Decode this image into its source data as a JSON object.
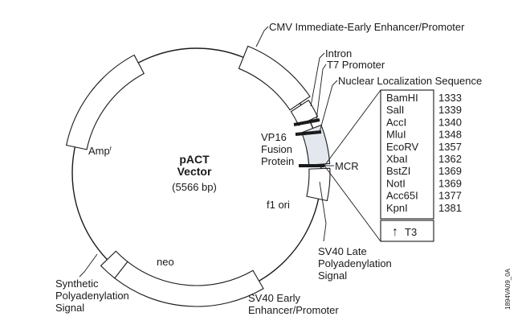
{
  "plasmid": {
    "name": "pACT",
    "name_line2": "Vector",
    "size": "(5566 bp)"
  },
  "features": {
    "cmv": "CMV Immediate-Early Enhancer/Promoter",
    "intron": "Intron",
    "t7": "T7 Promoter",
    "nls": "Nuclear Localization Sequence",
    "vp16_line1": "VP16",
    "vp16_line2": "Fusion",
    "vp16_line3": "Protein",
    "mcr": "MCR",
    "f1": "f1 ori",
    "amp": "Amp",
    "amp_sup": "r",
    "neo": "neo",
    "sv40late_line1": "SV40 Late",
    "sv40late_line2": "Polyadenylation",
    "sv40late_line3": "Signal",
    "sv40early_line1": "SV40 Early",
    "sv40early_line2": "Enhancer/Promoter",
    "synth_line1": "Synthetic",
    "synth_line2": "Polyadenylation",
    "synth_line3": "Signal"
  },
  "mcr_sites": [
    {
      "enzyme": "BamHI",
      "position": "1333"
    },
    {
      "enzyme": "SalI",
      "position": "1339"
    },
    {
      "enzyme": "AccI",
      "position": "1340"
    },
    {
      "enzyme": "MluI",
      "position": "1348"
    },
    {
      "enzyme": "EcoRV",
      "position": "1357"
    },
    {
      "enzyme": "XbaI",
      "position": "1362"
    },
    {
      "enzyme": "BstZI",
      "position": "1369"
    },
    {
      "enzyme": "NotI",
      "position": "1369"
    },
    {
      "enzyme": "Acc65I",
      "position": "1377"
    },
    {
      "enzyme": "KpnI",
      "position": "1381"
    }
  ],
  "t3_label": "T3",
  "t3_arrow": "↑",
  "figure_id": "1894VA09_0A",
  "colors": {
    "line": "#1a1a1a",
    "vp16_fill": "#e2e8ee"
  }
}
